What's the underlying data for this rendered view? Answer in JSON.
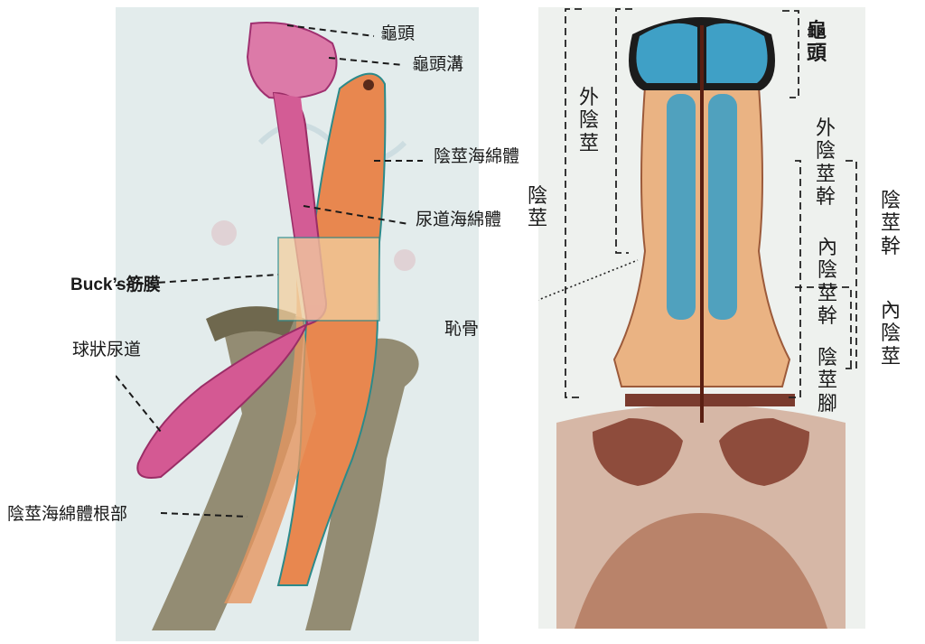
{
  "left_labels": {
    "glans": "龜頭",
    "coronal_sulcus": "龜頭溝",
    "corpus_cavernosum": "陰莖海綿體",
    "corpus_spongiosum": "尿道海綿體",
    "bucks_fascia": "Buck’s筋膜",
    "bulbar_urethra": "球狀尿道",
    "crus_root": "陰莖海綿體根部",
    "pubic_bone": "恥骨"
  },
  "right_labels": {
    "penis": "陰\n莖",
    "external_penis": "外\n陰\n莖",
    "glans": "龜\n頭",
    "external_shaft": "外\n陰\n莖\n幹",
    "shaft": "陰\n莖\n幹",
    "internal_shaft": "內\n陰\n莖\n幹",
    "internal_penis": "內\n陰\n莖",
    "crus": "陰\n莖\n腳"
  },
  "colors": {
    "glans_pink": "#d86aa0",
    "cavernosum_orange": "#e88a55",
    "spongiosum_pink": "#d0558f",
    "tissue_blue": "#4aa5c8",
    "bone_olive": "#7d7459",
    "bracket": "#222222"
  }
}
